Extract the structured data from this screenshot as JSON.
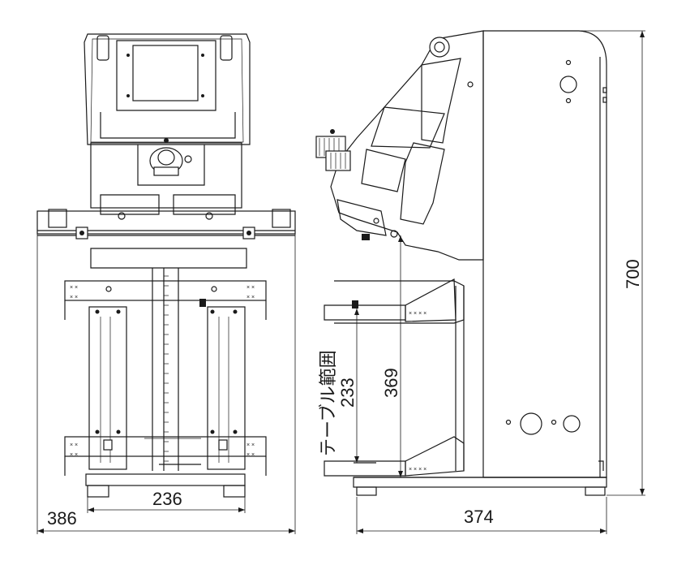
{
  "dimensions": {
    "front_overall_width": "386",
    "front_inner_width": "236",
    "side_depth": "374",
    "side_height": "700",
    "side_mid_height": "369",
    "table_range_value": "233",
    "table_range_label": "テーブル範囲"
  },
  "views": {
    "front": "front-view",
    "side": "side-view"
  },
  "colors": {
    "line": "#1a1a1a",
    "background": "#ffffff"
  }
}
